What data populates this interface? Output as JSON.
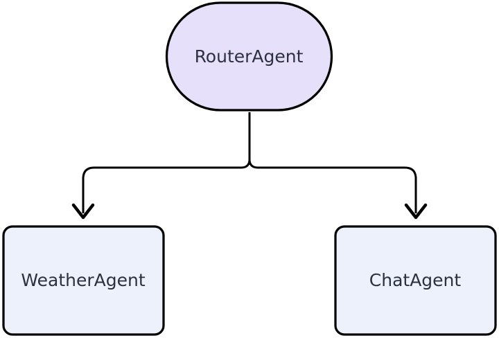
{
  "diagram": {
    "type": "flowchart",
    "direction": "top-down",
    "nodes": [
      {
        "id": "router",
        "label": "RouterAgent",
        "shape": "stadium",
        "role": "root"
      },
      {
        "id": "weather",
        "label": "WeatherAgent",
        "shape": "rounded-rect",
        "role": "child"
      },
      {
        "id": "chat",
        "label": "ChatAgent",
        "shape": "rounded-rect",
        "role": "child"
      }
    ],
    "edges": [
      {
        "from": "RouterAgent",
        "to": "WeatherAgent",
        "arrow": "chevron-down"
      },
      {
        "from": "RouterAgent",
        "to": "ChatAgent",
        "arrow": "chevron-down"
      }
    ]
  },
  "colors": {
    "background": "#ffffff",
    "router_fill": "#e7e0fa",
    "agent_fill": "#ecf1fb",
    "stroke": "#000000",
    "text": "#2b313f"
  }
}
